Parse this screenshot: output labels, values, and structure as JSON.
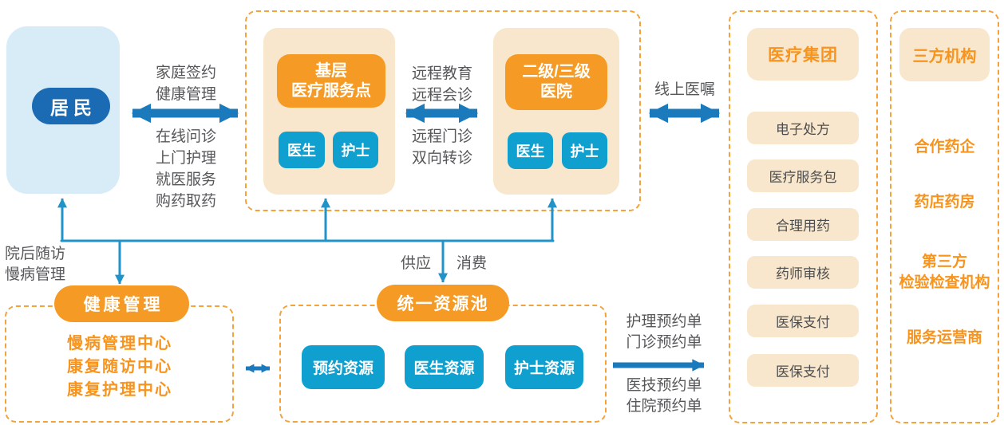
{
  "resident": {
    "label": "居民"
  },
  "network": {
    "primary_site": {
      "title_lines": [
        "基层",
        "医疗服务点"
      ],
      "doctor": "医生",
      "nurse": "护士"
    },
    "hospital": {
      "title_lines": [
        "二级/三级",
        "医院"
      ],
      "doctor": "医生",
      "nurse": "护士"
    }
  },
  "edge_labels": {
    "resident_top": [
      "家庭签约",
      "健康管理"
    ],
    "resident_bottom": [
      "在线问诊",
      "上门护理",
      "就医服务",
      "购药取药"
    ],
    "remote_top": [
      "远程教育",
      "远程会诊"
    ],
    "remote_bottom": [
      "远程门诊",
      "双向转诊"
    ],
    "online_order": "线上医嘱",
    "post_hospital": [
      "院后随访",
      "慢病管理"
    ],
    "supply": "供应",
    "consume": "消费",
    "booking_top": [
      "护理预约单",
      "门诊预约单"
    ],
    "booking_bottom": [
      "医技预约单",
      "住院预约单"
    ]
  },
  "medical_group": {
    "title": "医疗集团",
    "items": [
      "电子处方",
      "医疗服务包",
      "合理用药",
      "药师审核",
      "医保支付",
      "医保支付"
    ]
  },
  "third_party": {
    "title": "三方机构",
    "items": [
      {
        "lines": [
          "合作药企"
        ]
      },
      {
        "lines": [
          "药店药房"
        ]
      },
      {
        "lines": [
          "第三方",
          "检验检查机构"
        ]
      },
      {
        "lines": [
          "服务运营商"
        ]
      }
    ]
  },
  "health_management": {
    "title": "健康管理",
    "items": [
      "慢病管理中心",
      "康复随访中心",
      "康复护理中心"
    ]
  },
  "resource_pool": {
    "title": "统一资源池",
    "items": [
      "预约资源",
      "医生资源",
      "护士资源"
    ]
  },
  "colors": {
    "light_blue": "#D8ECF8",
    "dark_blue": "#1A6BB4",
    "beige": "#F8E7CC",
    "orange": "#F59B25",
    "teal": "#10A0CF",
    "dashed_border": "#F2A33C",
    "arrow_blue": "#1B7ABC",
    "connector_blue": "#2093C8",
    "gray_text": "#565759",
    "orange_text": "#F7941E"
  }
}
